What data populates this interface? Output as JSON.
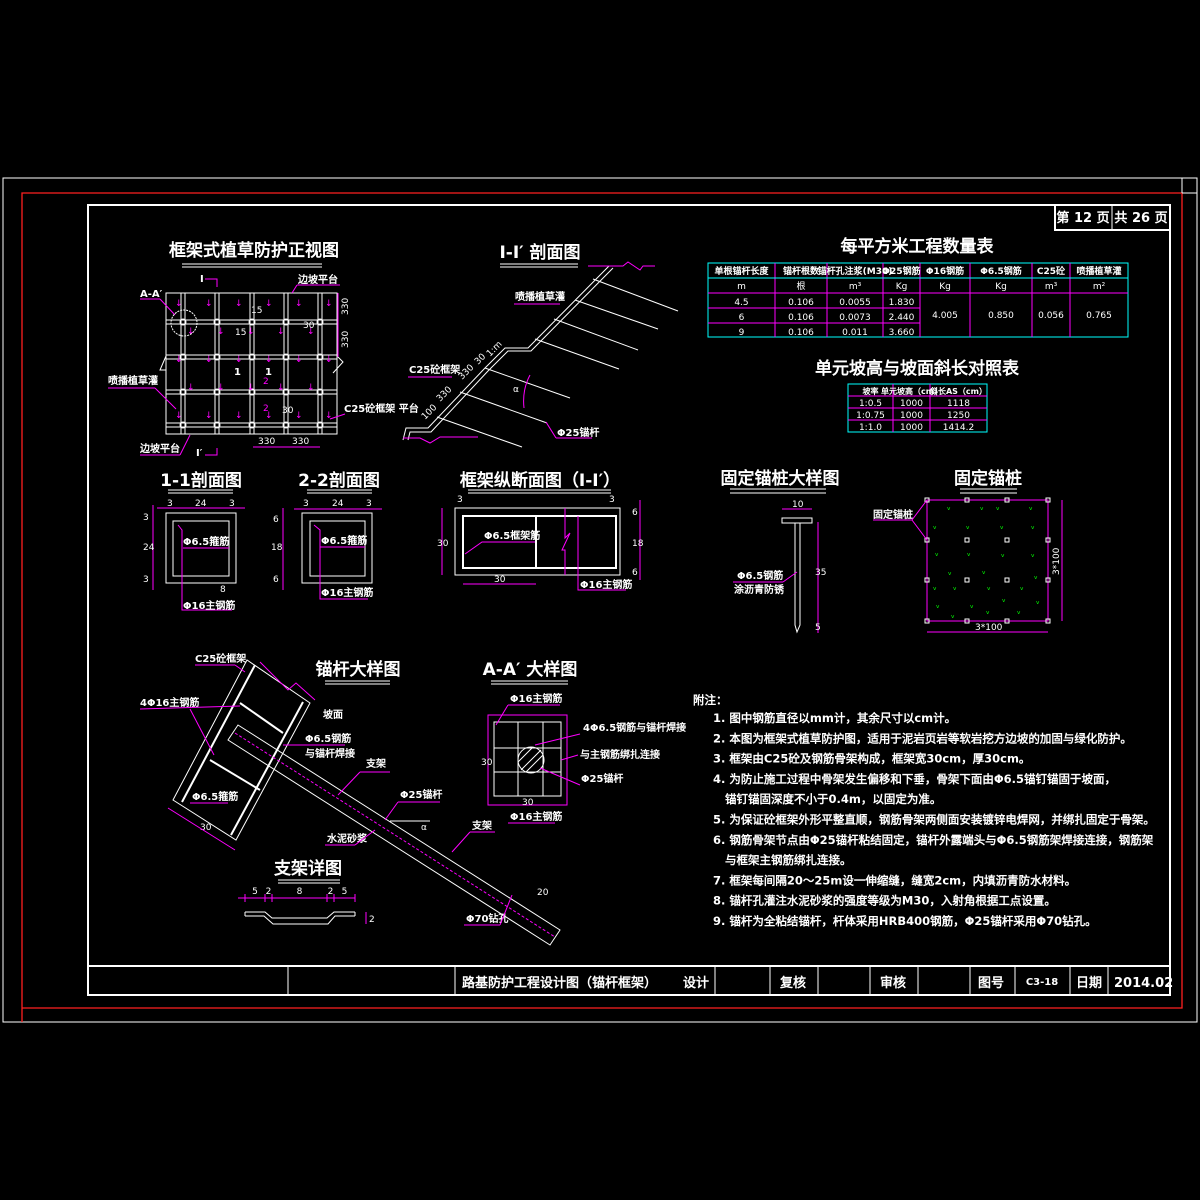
{
  "page": {
    "current": "第 12 页",
    "total": "共 26 页"
  },
  "title_block": {
    "drawing_title": "路基防护工程设计图（锚杆框架）",
    "design_label": "设计",
    "check_label": "复核",
    "review_label": "审核",
    "drawing_no_label": "图号",
    "drawing_no": "C3-18",
    "date_label": "日期",
    "date": "2014.02"
  },
  "front_view": {
    "title": "框架式植草防护正视图",
    "label_aa": "A-A′",
    "label_platform_top": "边坡平台",
    "label_platform_bottom": "边坡平台",
    "label_grass": "喷播植草灌",
    "label_frame": "C25砼框架 平台",
    "section_i": "I",
    "section_i2": "I′",
    "sec1a": "1",
    "sec1b": "1",
    "sec2a": "2",
    "sec2b": "2",
    "dim_15a": "15",
    "dim_15b": "15",
    "dim_30a": "30",
    "dim_30b": "30",
    "dim_330_v1": "330",
    "dim_330_v2": "330",
    "dim_330_h1": "330",
    "dim_330_h2": "330"
  },
  "section_ii": {
    "title": "I-I′ 剖面图",
    "label_grass": "喷播植草灌",
    "label_frame": "C25砼框架",
    "label_anchor": "Φ25锚杆",
    "dim_100": "100",
    "dim_330a": "330",
    "dim_330b": "330",
    "dim_30": "30",
    "slope": "1:m",
    "angle": "α"
  },
  "section_11": {
    "title": "1-1剖面图",
    "d3a": "3",
    "d24": "24",
    "d3b": "3",
    "v3a": "3",
    "v24": "24",
    "v3b": "3",
    "stirrup": "Φ6.5箍筋",
    "main": "Φ16主钢筋",
    "d8": "8"
  },
  "section_22": {
    "title": "2-2剖面图",
    "d3a": "3",
    "d24": "24",
    "d3b": "3",
    "v6a": "6",
    "v18": "18",
    "v6b": "6",
    "stirrup": "Φ6.5箍筋",
    "main": "Φ16主钢筋"
  },
  "long_section": {
    "title": "框架纵断面图（I-I′）",
    "d3a": "3",
    "d3b": "3",
    "v30": "30",
    "h30": "30",
    "v6a": "6",
    "v18": "18",
    "v6b": "6",
    "frame_bar": "Φ6.5框架筋",
    "main": "Φ16主钢筋"
  },
  "nail_detail": {
    "title": "固定锚桩大样图",
    "d10": "10",
    "d35": "35",
    "d5": "5",
    "bar": "Φ6.5钢筋",
    "coat": "涂沥青防锈"
  },
  "nail_layout": {
    "title": "固定锚桩",
    "label": "固定锚桩",
    "dim_h": "3*100",
    "dim_v": "3*100"
  },
  "anchor_detail": {
    "title": "锚杆大样图",
    "frame": "C25砼框架",
    "main_bar": "4Φ16主钢筋",
    "slope_face": "坡面",
    "weld1": "Φ6.5钢筋",
    "weld2": "与锚杆焊接",
    "bracket1": "支架",
    "bracket2": "支架",
    "anchor": "Φ25锚杆",
    "stirrup": "Φ6.5箍筋",
    "mortar": "水泥砂浆",
    "hole": "Φ70钻孔",
    "d30": "30",
    "d20": "20",
    "angle": "α"
  },
  "aa_detail": {
    "title": "A-A′ 大样图",
    "top": "Φ16主钢筋",
    "weld": "4Φ6.5钢筋与锚杆焊接",
    "tie": "与主钢筋绑扎连接",
    "anchor": "Φ25锚杆",
    "bottom": "Φ16主钢筋",
    "v30": "30",
    "h30": "30"
  },
  "bracket_detail": {
    "title": "支架详图",
    "dims": [
      "5",
      "2",
      "8",
      "2",
      "5"
    ],
    "h2": "2"
  },
  "quantity_table": {
    "title": "每平方米工程数量表",
    "headers": [
      "单根锚杆长度",
      "锚杆根数",
      "锚杆孔注浆(M30)",
      "Φ25钢筋",
      "Φ16钢筋",
      "Φ6.5钢筋",
      "C25砼",
      "喷播植草灌"
    ],
    "units": [
      "m",
      "根",
      "m³",
      "Kg",
      "Kg",
      "Kg",
      "m³",
      "m²"
    ],
    "rows": [
      [
        "4.5",
        "0.106",
        "0.0055",
        "1.830"
      ],
      [
        "6",
        "0.106",
        "0.0073",
        "2.440"
      ],
      [
        "9",
        "0.106",
        "0.011",
        "3.660"
      ]
    ],
    "merged": [
      "4.005",
      "0.850",
      "0.056",
      "0.765"
    ]
  },
  "slope_table": {
    "title": "单元坡高与坡面斜长对照表",
    "headers": [
      "坡率",
      "单元坡高（cm）",
      "斜长AS（cm）"
    ],
    "rows": [
      [
        "1:0.5",
        "1000",
        "1118"
      ],
      [
        "1:0.75",
        "1000",
        "1250"
      ],
      [
        "1:1.0",
        "1000",
        "1414.2"
      ]
    ]
  },
  "notes": {
    "heading": "附注：",
    "items": [
      "1. 图中钢筋直径以mm计，其余尺寸以cm计。",
      "2. 本图为框架式植草防护图，适用于泥岩页岩等软岩挖方边坡的加固与绿化防护。",
      "3. 框架由C25砼及钢筋骨架构成，框架宽30cm，厚30cm。",
      "4. 为防止施工过程中骨架发生偏移和下垂，骨架下面由Φ6.5锚钉锚固于坡面，",
      "锚钉锚固深度不小于0.4m，以固定为准。",
      "5. 为保证砼框架外形平整直顺，钢筋骨架两侧面安装镀锌电焊网，并绑扎固定于骨架。",
      "6. 钢筋骨架节点由Φ25锚杆粘结固定，锚杆外露端头与Φ6.5钢筋架焊接连接，钢筋架",
      "与框架主钢筋绑扎连接。",
      "7. 框架每间隔20～25m设一伸缩缝，缝宽2cm，内填沥青防水材料。",
      "8. 锚杆孔灌注水泥砂浆的强度等级为M30，入射角根据工点设置。",
      "9. 锚杆为全粘结锚杆，杆体采用HRB400钢筋，Φ25锚杆采用Φ70钻孔。"
    ]
  },
  "colors": {
    "background": "#000000",
    "line": "#ffffff",
    "dimension": "#ff00ff",
    "table": "#00ffff",
    "border": "#ff2020",
    "grass": "#00ff00"
  }
}
